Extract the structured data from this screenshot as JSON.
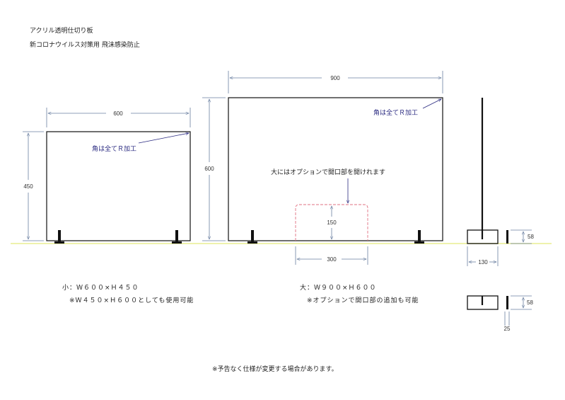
{
  "header": {
    "line1": "アクリル透明仕切り板",
    "line2": "新コロナウイルス対策用 飛沫感染防止"
  },
  "small_panel": {
    "width_label": "600",
    "height_label": "450",
    "corner_note": "角は全てＲ加工",
    "spec": "小：Ｗ６００×Ｈ４５０",
    "spec_note": "※Ｗ４５０×Ｈ６００としても使用可能"
  },
  "large_panel": {
    "width_label": "900",
    "height_label": "600",
    "corner_note": "角は全てＲ加工",
    "option_note": "大にはオプションで開口部を開けれます",
    "opening_height_label": "150",
    "opening_width_label": "300",
    "spec": "大：Ｗ９００×Ｈ６００",
    "spec_note": "※オプションで開口部の追加も可能"
  },
  "side_view": {
    "base_height_label": "58",
    "base_width_label": "130"
  },
  "foot_detail": {
    "height_label": "58",
    "width_label": "25"
  },
  "footer": {
    "notice": "※予告なく仕様が変更する場合があります。"
  },
  "colors": {
    "line": "#111111",
    "dimension": "#6a7fa0",
    "opening": "#e07080",
    "floor": "#e8ee90",
    "note_text": "#2a2a80"
  }
}
